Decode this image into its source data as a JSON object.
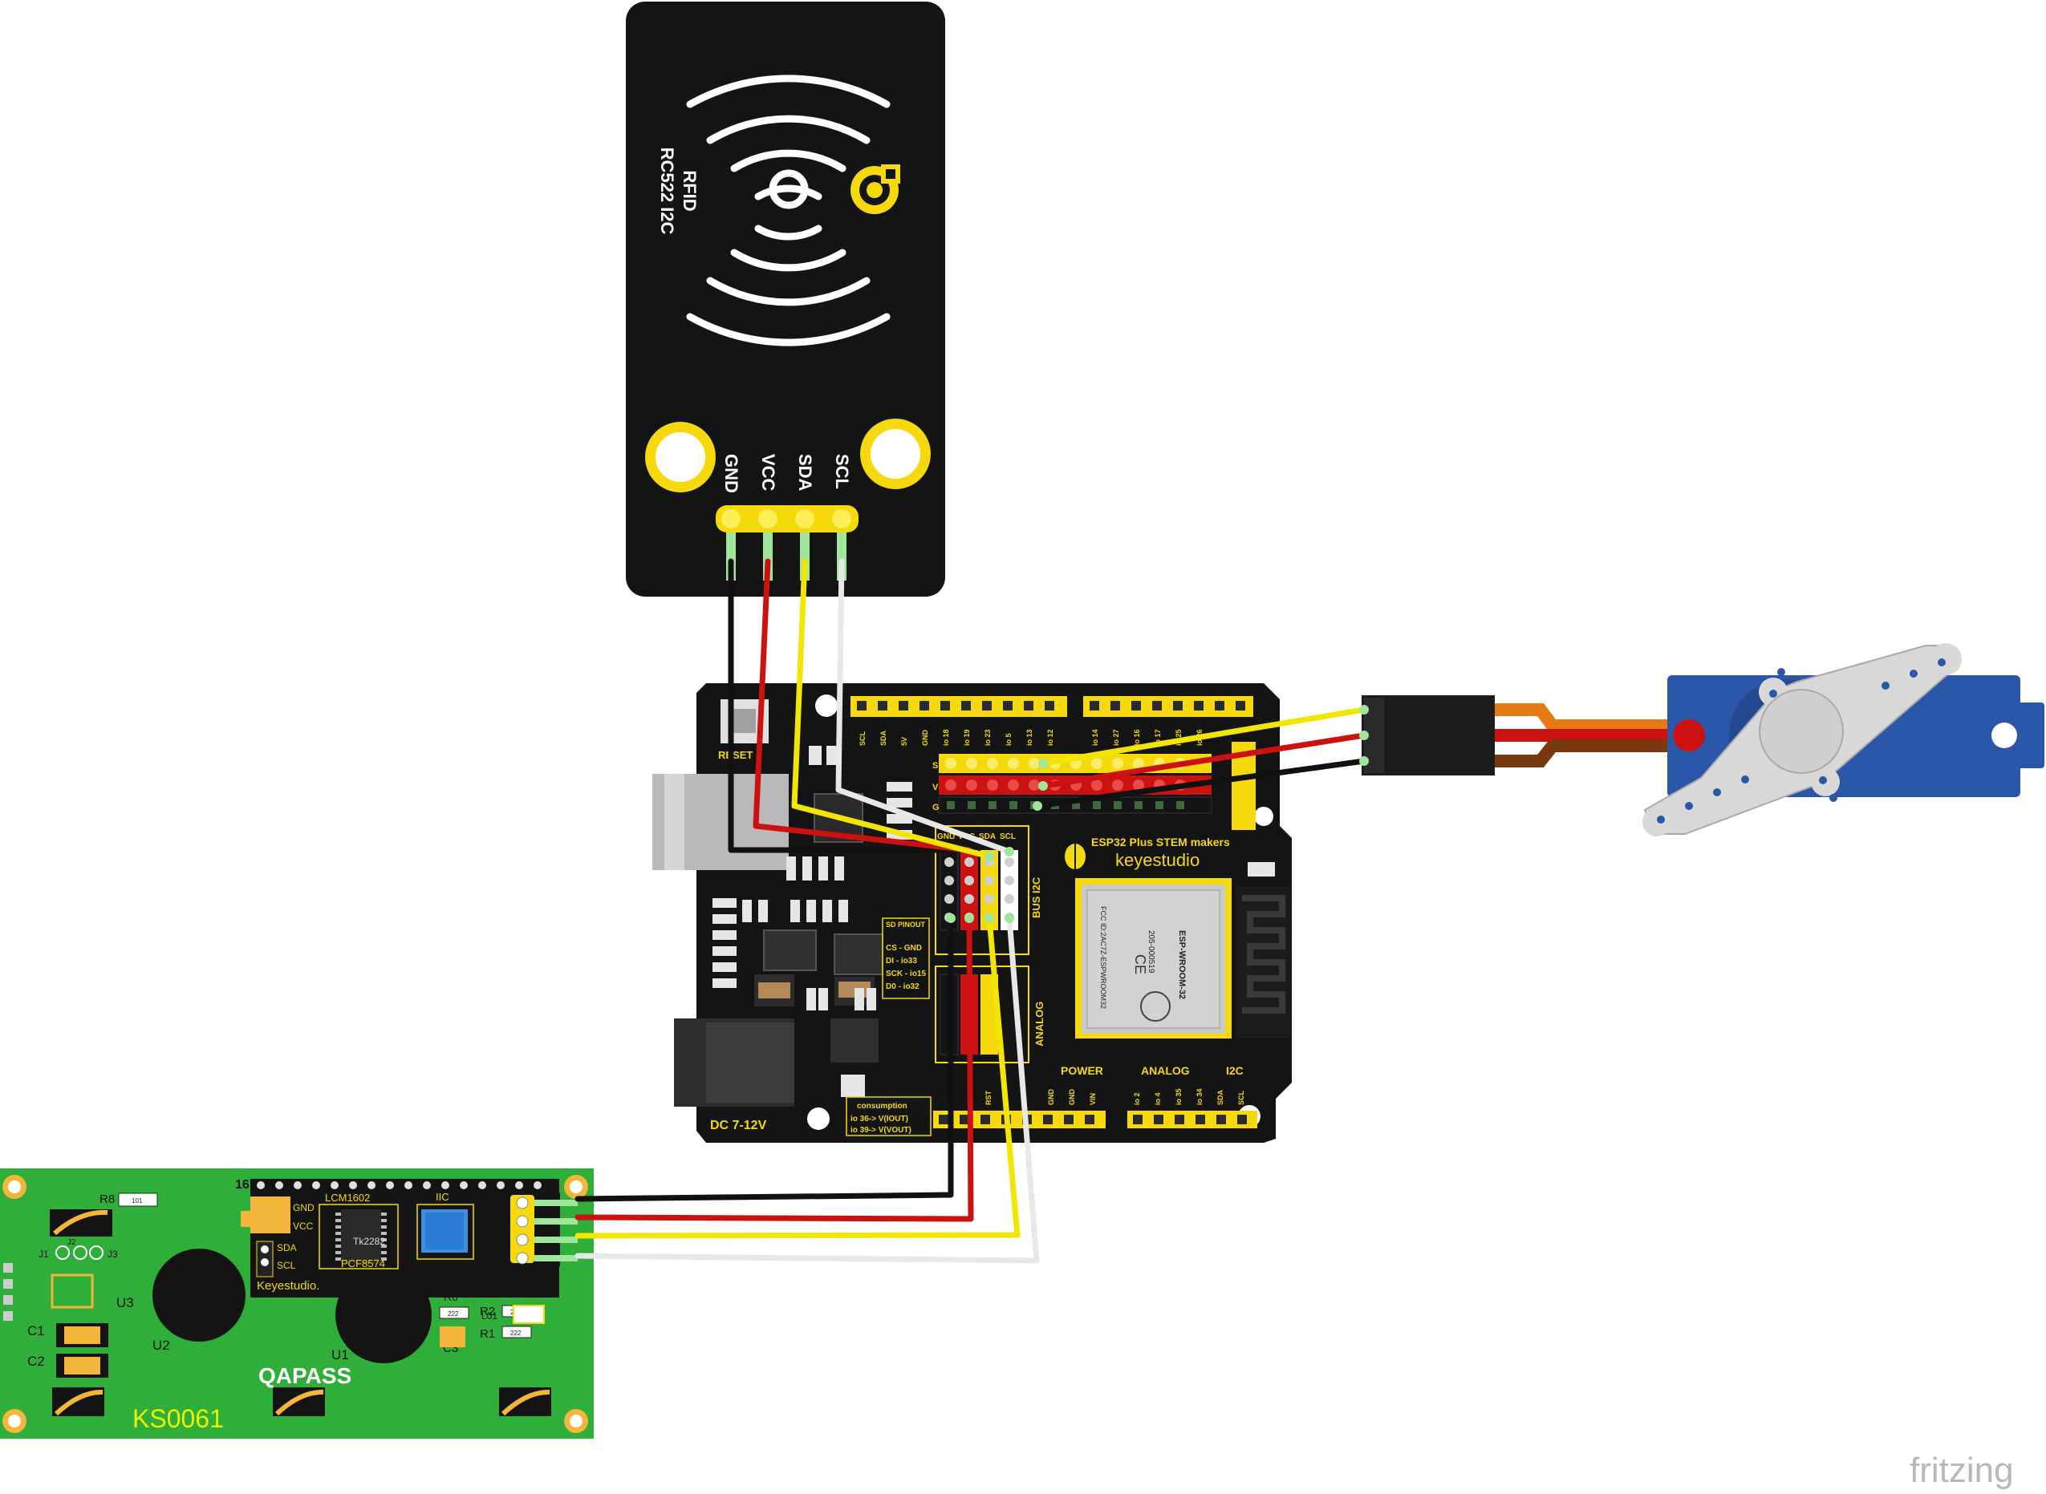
{
  "rfid": {
    "title_line1": "RFID",
    "title_line2": "RC522 I2C",
    "pins": [
      "GND",
      "VCC",
      "SDA",
      "SCL"
    ]
  },
  "board": {
    "reset_label": "RESET",
    "title": "ESP32 Plus STEM  makers",
    "brand": "keyestudio",
    "top_header_labels": [
      "SCL",
      "SDA",
      "5V",
      "GND",
      "io 18",
      "io 19",
      "io 23",
      "io 5",
      "io 13",
      "io 12"
    ],
    "top_header_labels_2": [
      "io 14",
      "io 27",
      "io 16",
      "io 17",
      "io 25",
      "io 26"
    ],
    "sv_labels": [
      "S",
      "V",
      "G"
    ],
    "bus_i2c_labels": [
      "GND",
      "VCC",
      "SDA",
      "SCL"
    ],
    "bus_i2c_title": "BUS I2C",
    "analog_side_title": "ANALOG",
    "sd_pinout": {
      "title": "SD PINOUT",
      "lines": [
        "CS - GND",
        "DI - io33",
        "SCK - io15",
        "D0 - io32"
      ]
    },
    "dc_label": "DC 7-12V",
    "consumption": {
      "title": "consumption",
      "lines": [
        "io 36-> V(IOUT)",
        "io 39-> V(VOUT)"
      ]
    },
    "section_labels": [
      "POWER",
      "ANALOG",
      "I2C"
    ],
    "bottom_labels": [
      "RST",
      "GND",
      "GND",
      "VIN",
      "io 2",
      "io 4",
      "io 35",
      "io 34",
      "SDA",
      "SCL"
    ],
    "module": {
      "model": "ESP-WROOM-32",
      "fcc": "FCC ID:2AC7Z-ESPWROOM32",
      "code": "205-000519"
    }
  },
  "lcd": {
    "pins": [
      "GND",
      "VCC",
      "SDA",
      "SCL"
    ],
    "number": "16",
    "chip_name": "LCM1602",
    "iic_label": "IIC",
    "chip_labels": [
      "Tk2282",
      "PCF8574"
    ],
    "brand": "Keyestudio.",
    "qapass": "QAPASS",
    "ks": "KS0061",
    "ref_labels": [
      "R8",
      "J1",
      "J2",
      "J3",
      "U3",
      "C1",
      "C2",
      "U2",
      "U1",
      "R6",
      "R2",
      "R1",
      "C3",
      "L01"
    ],
    "resistor_codes": [
      "101",
      "222",
      "222",
      "222"
    ]
  },
  "watermark": "fritzing",
  "colors": {
    "board": "#141414",
    "header_yellow": "#f5d90a",
    "lcd_green": "#2fae3a",
    "wire_black": "#111111",
    "wire_red": "#cc1111",
    "wire_yellow": "#f2e600",
    "wire_white": "#e8e8e8",
    "servo_blue": "#2b57a8",
    "servo_orange": "#e87a14",
    "servo_brown": "#7a3a10"
  }
}
